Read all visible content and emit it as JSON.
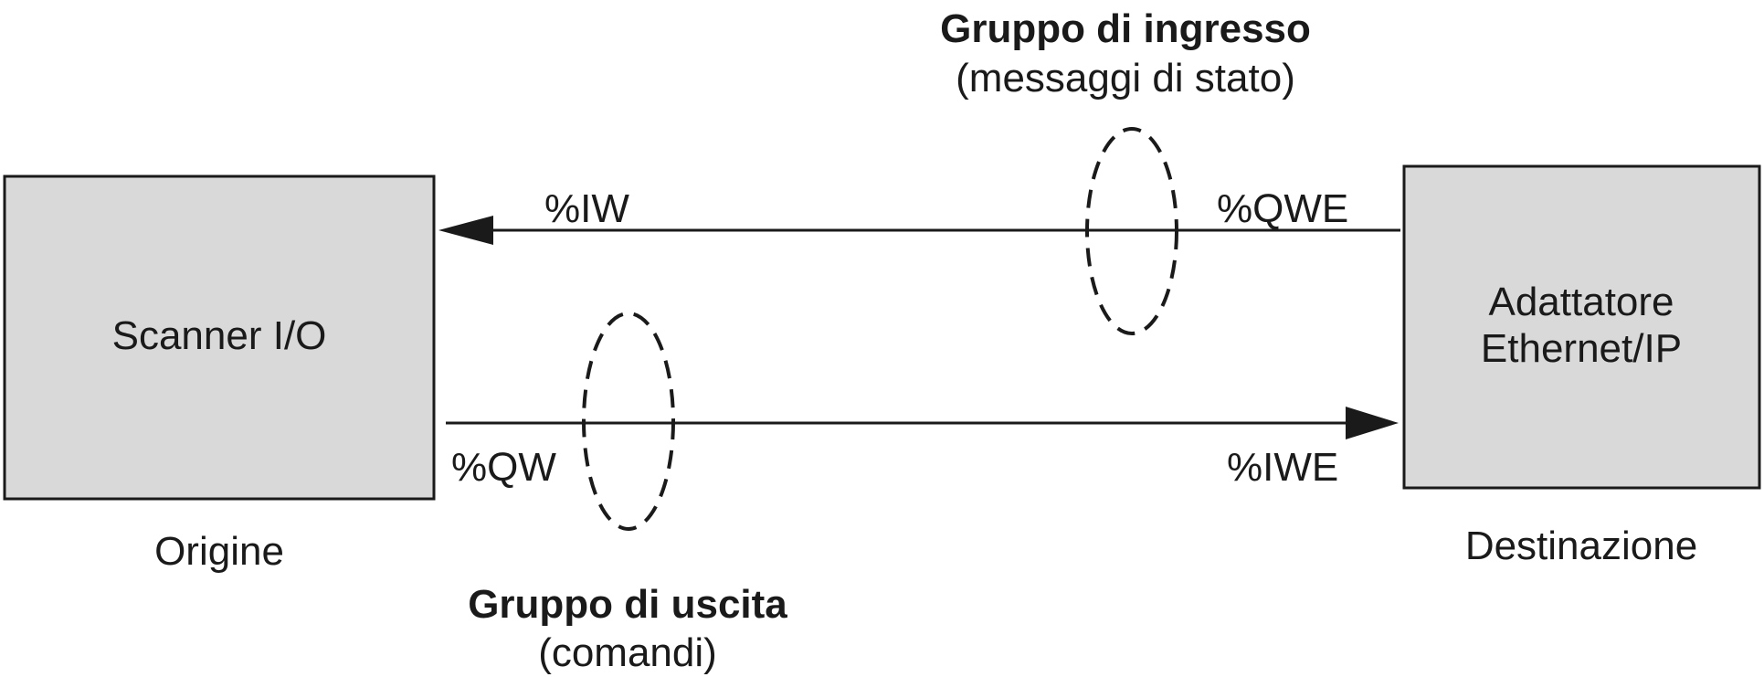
{
  "scanner": {
    "label": "Scanner I/O",
    "caption": "Origine"
  },
  "adapter": {
    "label_line1": "Adattatore",
    "label_line2": "Ethernet/IP",
    "caption": "Destinazione"
  },
  "input_group": {
    "title": "Gruppo di ingresso",
    "subtitle": "(messaggi di stato)",
    "source_label": "%QWE",
    "target_label": "%IW"
  },
  "output_group": {
    "title": "Gruppo di uscita",
    "subtitle": "(comandi)",
    "source_label": "%QW",
    "target_label": "%IWE"
  },
  "colors": {
    "box_fill": "#d9d9d9",
    "stroke": "#1a1a1a"
  }
}
